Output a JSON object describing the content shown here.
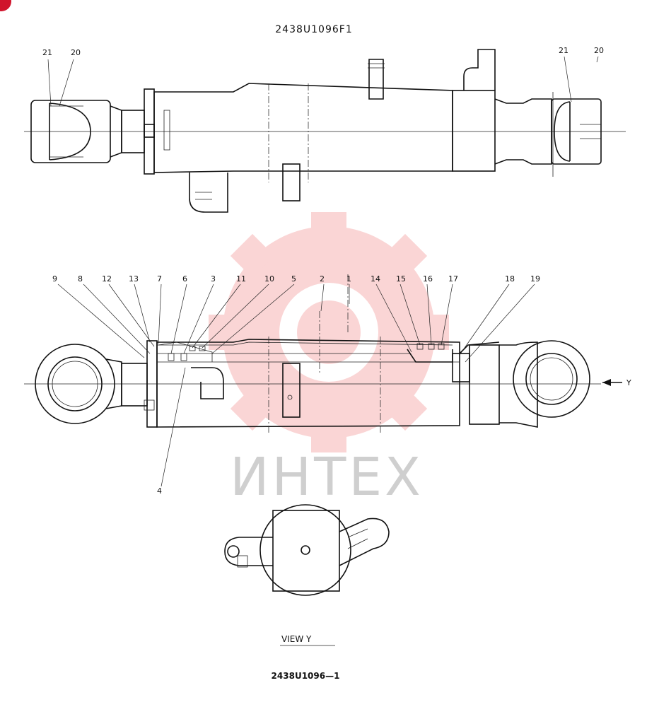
{
  "titles": {
    "top": "2438U1096F1",
    "view_caption": "VIEW   Y",
    "bottom": "2438U1096—1",
    "arrow_label": "Y"
  },
  "watermark": {
    "text": "ИНТЕХ",
    "color": "#f4a6a6"
  },
  "badge_color": "#d0142c",
  "callouts_top": [
    "21",
    "20",
    "21",
    "20"
  ],
  "callouts_section": [
    "9",
    "8",
    "12",
    "13",
    "7",
    "6",
    "3",
    "11",
    "10",
    "5",
    "2",
    "1",
    "14",
    "15",
    "16",
    "17",
    "18",
    "19",
    "4"
  ]
}
